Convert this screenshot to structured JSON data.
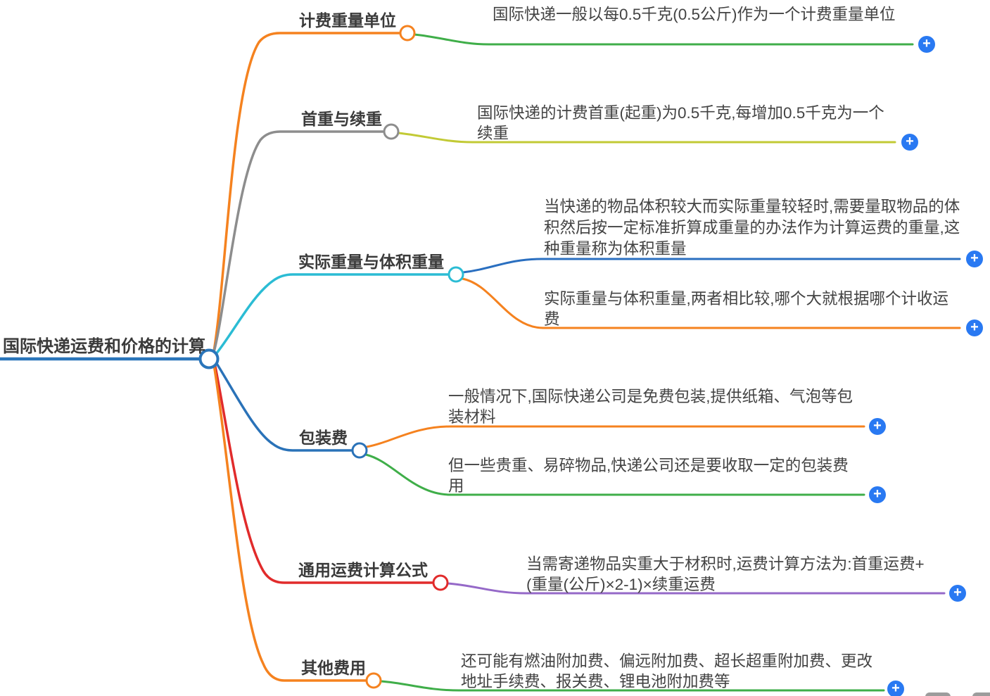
{
  "ui": {
    "plus": "+"
  },
  "root": {
    "label": "国际快递运费和价格的计算",
    "color": "#2a75ba"
  },
  "branches": [
    {
      "label": "计费重量单位",
      "color": "#f5821f",
      "children": [
        {
          "text": "国际快递一般以每0.5千克(0.5公斤)作为一个计费重量单位",
          "color": "#3fae49"
        }
      ]
    },
    {
      "label": "首重与续重",
      "color": "#8d8d8d",
      "children": [
        {
          "text": "国际快递的计费首重(起重)为0.5千克,每增加0.5千克为一个续重",
          "color": "#c2ca35"
        }
      ]
    },
    {
      "label": "实际重量与体积重量",
      "color": "#2bbcd4",
      "children": [
        {
          "text": "当快递的物品体积较大而实际重量较轻时,需要量取物品的体积然后按一定标准折算成重量的办法作为计算运费的重量,这种重量称为体积重量",
          "color": "#2a6fc0"
        },
        {
          "text": "实际重量与体积重量,两者相比较,哪个大就根据哪个计收运费",
          "color": "#f5821f"
        }
      ]
    },
    {
      "label": "包装费",
      "color": "#2a72b8",
      "children": [
        {
          "text": "一般情况下,国际快递公司是免费包装,提供纸箱、气泡等包装材料",
          "color": "#f5821f"
        },
        {
          "text": "但一些贵重、易碎物品,快递公司还是要收取一定的包装费用",
          "color": "#3fae49"
        }
      ]
    },
    {
      "label": "通用运费计算公式",
      "color": "#e12b2b",
      "children": [
        {
          "text": "当需寄递物品实重大于材积时,运费计算方法为:首重运费+(重量(公斤)×2-1)×续重运费",
          "color": "#9569c8"
        }
      ]
    },
    {
      "label": "其他费用",
      "color": "#f5821f",
      "children": [
        {
          "text": "还可能有燃油附加费、偏远附加费、超长超重附加费、更改地址手续费、报关费、锂电池附加费等",
          "color": "#3fae49"
        }
      ]
    }
  ]
}
